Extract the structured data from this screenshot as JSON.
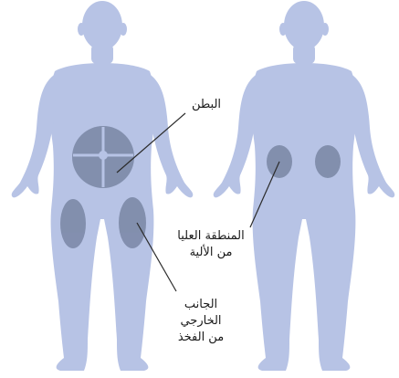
{
  "colors": {
    "body": "#b7c3e5",
    "zone": "#7d8aa8",
    "line": "#2b2b2b",
    "text": "#1a1a1a"
  },
  "figures": {
    "front": {
      "view": "front"
    },
    "back": {
      "view": "back"
    }
  },
  "labels": {
    "abdomen": "البطن",
    "buttocks_line1": "المنطقة العليا",
    "buttocks_line2": "من الألية",
    "thigh_line1": "الجانب",
    "thigh_line2": "الخارجي",
    "thigh_line3": "من الفخذ"
  }
}
